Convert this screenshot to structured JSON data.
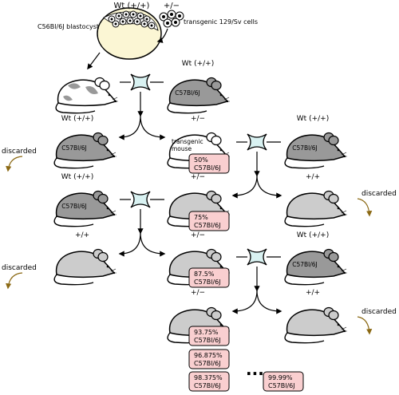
{
  "blastocyst": {
    "title": "Wt (+/+)",
    "label": "C56Bl/6J blastocyst"
  },
  "transgenic_cells": {
    "genotype": "+/−",
    "label": "transgenic 129/Sv cells"
  },
  "mouse_labels": {
    "strain": "C57Bl/6J",
    "transgenic": [
      "transgenic",
      "mouse"
    ]
  },
  "genotypes": {
    "wt": "Wt (+/+)",
    "het": "+/−",
    "homo": "+/+"
  },
  "discarded_label": "discarded",
  "percent_badges": [
    {
      "percent": "50%",
      "strain": "C57Bl/6J"
    },
    {
      "percent": "75%",
      "strain": "C57Bl/6J"
    },
    {
      "percent": "87.5%",
      "strain": "C57Bl/6J"
    },
    {
      "percent": "93.75%",
      "strain": "C57Bl/6J"
    },
    {
      "percent": "96.875%",
      "strain": "C57Bl/6J"
    },
    {
      "percent": "98.375%",
      "strain": "C57Bl/6J"
    },
    {
      "percent": "99.99%",
      "strain": "C57Bl/6J"
    }
  ],
  "ellipsis": "...",
  "colors": {
    "dark_mouse": "#999999",
    "light_mouse": "#cccccc",
    "white_mouse": "#ffffff",
    "blastocyst": "#fbf6d4",
    "badge_fill": "#f9cfd0",
    "cross": "#d9f2f2",
    "discard_arrow": "#8b6914"
  }
}
